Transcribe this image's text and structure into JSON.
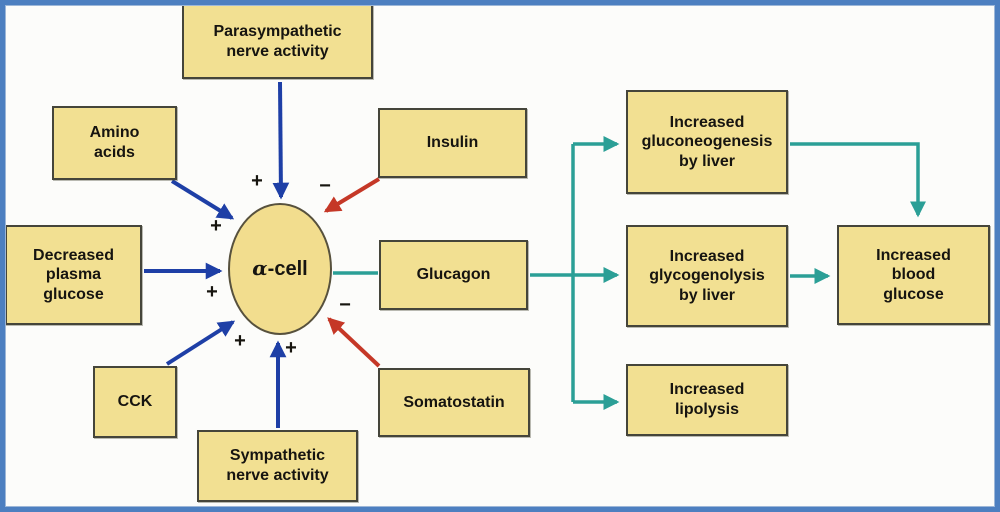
{
  "diagram": {
    "subject": "alpha-cell glucagon regulation flow diagram",
    "nodes": {
      "parasympathetic": {
        "label": "Parasympathetic\nnerve activity"
      },
      "amino_acids": {
        "label": "Amino\nacids"
      },
      "insulin": {
        "label": "Insulin"
      },
      "decreased_plasma_glucose": {
        "label": "Decreased\nplasma\nglucose"
      },
      "cck": {
        "label": "CCK"
      },
      "sympathetic": {
        "label": "Sympathetic\nnerve activity"
      },
      "somatostatin": {
        "label": "Somatostatin"
      },
      "alpha_cell": {
        "alpha": "α",
        "suffix": "-cell"
      },
      "glucagon": {
        "label": "Glucagon"
      },
      "increased_gluconeogenesis": {
        "label": "Increased\ngluconeogenesis\nby liver"
      },
      "increased_glycogenolysis": {
        "label": "Increased\nglycogenolysis\nby liver"
      },
      "increased_lipolysis": {
        "label": "Increased\nlipolysis"
      },
      "increased_blood_glucose": {
        "label": "Increased\nblood\nglucose"
      }
    },
    "signs": {
      "parasympathetic": "+",
      "amino_acids": "+",
      "decreased_plasma_glucose": "+",
      "cck": "+",
      "sympathetic": "+",
      "insulin": "−",
      "somatostatin": "−"
    },
    "edges": [
      {
        "from": "parasympathetic",
        "to": "alpha_cell",
        "type": "stimulatory",
        "sign": "+"
      },
      {
        "from": "amino_acids",
        "to": "alpha_cell",
        "type": "stimulatory",
        "sign": "+"
      },
      {
        "from": "decreased_plasma_glucose",
        "to": "alpha_cell",
        "type": "stimulatory",
        "sign": "+"
      },
      {
        "from": "cck",
        "to": "alpha_cell",
        "type": "stimulatory",
        "sign": "+"
      },
      {
        "from": "sympathetic",
        "to": "alpha_cell",
        "type": "stimulatory",
        "sign": "+"
      },
      {
        "from": "insulin",
        "to": "alpha_cell",
        "type": "inhibitory",
        "sign": "−"
      },
      {
        "from": "somatostatin",
        "to": "alpha_cell",
        "type": "inhibitory",
        "sign": "−"
      },
      {
        "from": "alpha_cell",
        "to": "glucagon",
        "type": "output"
      },
      {
        "from": "glucagon",
        "to": "increased_gluconeogenesis",
        "type": "output"
      },
      {
        "from": "glucagon",
        "to": "increased_glycogenolysis",
        "type": "output"
      },
      {
        "from": "glucagon",
        "to": "increased_lipolysis",
        "type": "output"
      },
      {
        "from": "increased_gluconeogenesis",
        "to": "increased_blood_glucose",
        "type": "output"
      },
      {
        "from": "increased_glycogenolysis",
        "to": "increased_blood_glucose",
        "type": "output"
      }
    ],
    "colors": {
      "stimulatory_arrow": "#1e3fa6",
      "inhibitory_arrow": "#c53827",
      "output_arrow": "#2b9f96",
      "box_fill": "#f2e092",
      "box_border": "#45453a",
      "frame": "#4d7fc0",
      "background": "#fcfcfa"
    }
  }
}
